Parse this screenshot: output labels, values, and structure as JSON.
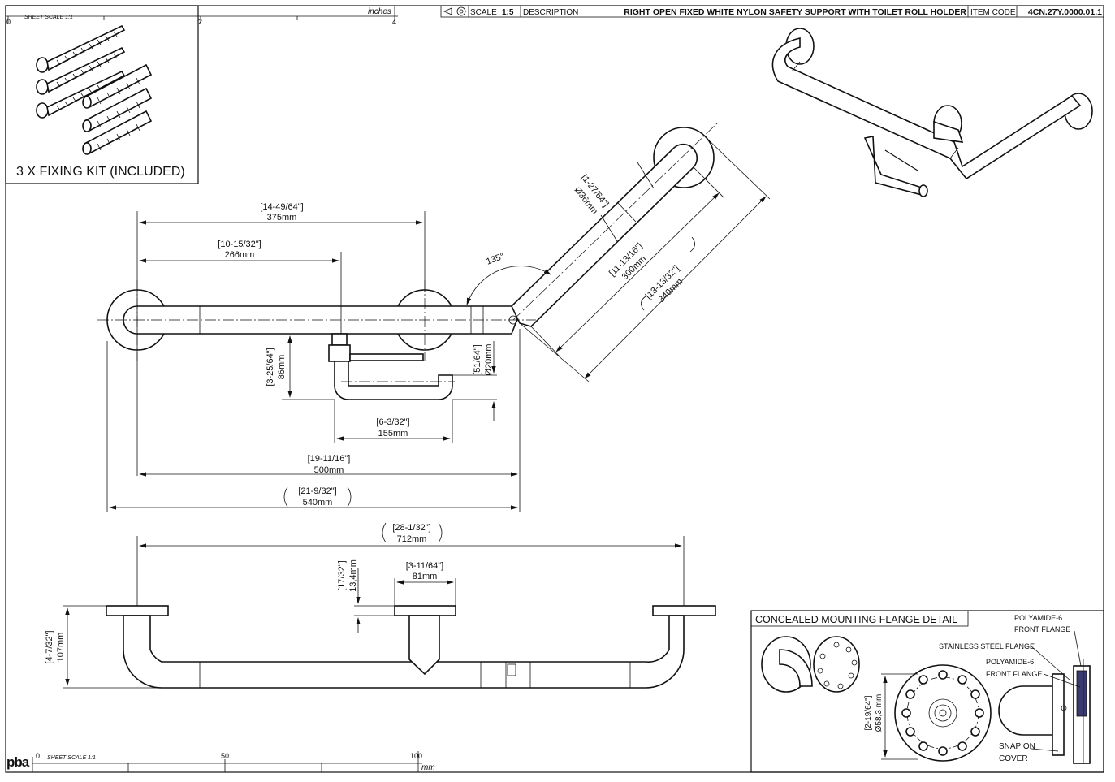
{
  "title_block": {
    "scale_label": "SCALE",
    "scale_value": "1:5",
    "description_label": "DESCRIPTION",
    "description": "RIGHT OPEN FIXED WHITE NYLON SAFETY SUPPORT WITH TOILET ROLL HOLDER",
    "item_code_label": "ITEM CODE",
    "item_code": "4CN.27Y.0000.01.1"
  },
  "ruler_top": {
    "scale_note": "SHEET SCALE 1:1",
    "unit": "inches",
    "ticks": [
      "0",
      "2",
      "4"
    ]
  },
  "ruler_bottom": {
    "scale_note": "SHEET SCALE 1:1",
    "unit": "mm",
    "ticks": [
      "0",
      "50",
      "100"
    ]
  },
  "fixing_kit": {
    "label": "3 X FIXING KIT (INCLUDED)"
  },
  "logo": {
    "text": "pba"
  },
  "dimensions": {
    "d375": {
      "imperial": "[14-49/64\"]",
      "metric": "375mm"
    },
    "d266": {
      "imperial": "[10-15/32\"]",
      "metric": "266mm"
    },
    "d86": {
      "imperial": "[3-25/64\"]",
      "metric": "86mm"
    },
    "d20": {
      "imperial": "[51/64\"]",
      "metric": "Ø20mm"
    },
    "d155": {
      "imperial": "[6-3/32\"]",
      "metric": "155mm"
    },
    "d500": {
      "imperial": "[19-11/16\"]",
      "metric": "500mm"
    },
    "d540": {
      "imperial": "[21-9/32\"]",
      "metric": "540mm"
    },
    "angle": {
      "value": "135°"
    },
    "d36": {
      "imperial": "[1-27/64\"]",
      "metric": "Ø36mm"
    },
    "d300": {
      "imperial": "[11-13/16\"]",
      "metric": "300mm"
    },
    "d340": {
      "imperial": "[13-13/32\"]",
      "metric": "340mm"
    },
    "d712": {
      "imperial": "[28-1/32\"]",
      "metric": "712mm"
    },
    "d81": {
      "imperial": "[3-11/64\"]",
      "metric": "81mm"
    },
    "d13": {
      "imperial": "[17/32\"]",
      "metric": "13,4mm"
    },
    "d107": {
      "imperial": "[4-7/32\"]",
      "metric": "107mm"
    },
    "d58": {
      "imperial": "[2-19/64\"]",
      "metric": "Ø58,3 mm"
    }
  },
  "flange_detail": {
    "title": "CONCEALED MOUNTING FLANGE DETAIL",
    "callouts": {
      "polyamide_1": [
        "POLYAMIDE-6",
        "FRONT FLANGE"
      ],
      "stainless": "STAINLESS STEEL FLANGE",
      "polyamide_2": [
        "POLYAMIDE-6",
        "FRONT FLANGE"
      ],
      "snap_cover": [
        "SNAP ON",
        "COVER"
      ]
    }
  }
}
